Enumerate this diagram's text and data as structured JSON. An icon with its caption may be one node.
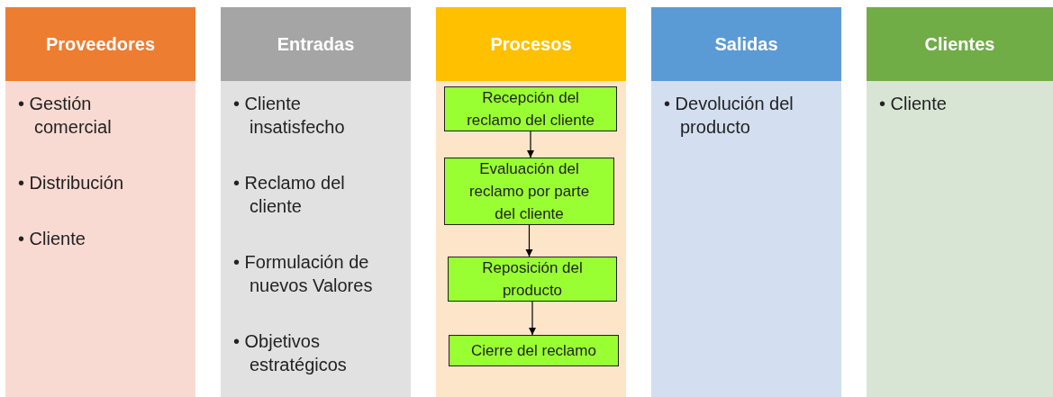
{
  "diagram": {
    "nodes": [
      {
        "text": [
          "Proveedores",
          "• Gestión comercial",
          "• Distribución",
          "• Cliente"
        ]
      },
      {
        "text": [
          "Entradas",
          "• Cliente insatisfecho",
          "• Reclamo del cliente",
          "• Formulación de nuevos Valores",
          "• Objetivos estratégicos"
        ]
      },
      {
        "text": [
          "Procesos"
        ]
      },
      {
        "text": [
          "Recepción del reclamo del cliente"
        ],
        "in": 2
      },
      {
        "text": [
          "Evaluación del reclamo por parte del cliente"
        ],
        "in": 2
      },
      {
        "text": [
          "Reposición del producto"
        ],
        "in": 2
      },
      {
        "text": [
          "Cierre del reclamo"
        ],
        "in": 2
      },
      {
        "text": [
          "Salidas",
          "• Devolución del producto"
        ]
      },
      {
        "text": [
          "Clientes",
          "• Cliente"
        ]
      }
    ],
    "edges": [
      {
        "from": 3,
        "to": 4,
        "arrow": "to"
      },
      {
        "from": 4,
        "to": 5,
        "arrow": "to"
      },
      {
        "from": 5,
        "to": 6,
        "arrow": "to"
      }
    ]
  }
}
